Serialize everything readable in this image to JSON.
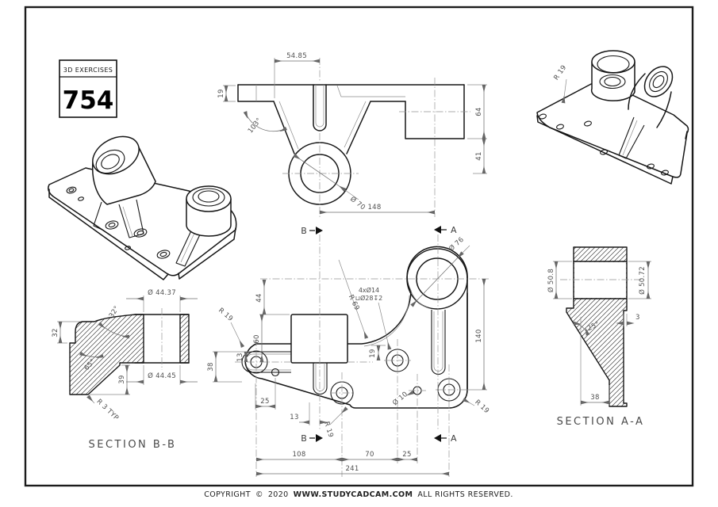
{
  "title_box": {
    "series": "3D EXERCISES",
    "number": "754"
  },
  "footer": {
    "prefix": "COPYRIGHT",
    "symbol": "©",
    "year": "2020",
    "site": "WWW.STUDYCADCAM.COM",
    "rights": "ALL RIGHTS RESERVED."
  },
  "front_view": {
    "dim_width_top": "54.85",
    "dim_plate_thk": "19",
    "angle_flange": "103°",
    "dia_hub": "Ø 70",
    "dim_center_dist": "148",
    "dim_block_h": "64",
    "dim_block_gap": "41"
  },
  "iso_right": {
    "fillet": "R 19"
  },
  "plan_view": {
    "section_b": "B",
    "section_a": "A",
    "dim_44": "44",
    "dim_60": "60",
    "dim_38": "38",
    "dim_13_left": "13",
    "fillet_lobe": "R 19",
    "dim_25_left": "25",
    "dim_13_slot": "13",
    "fillet_bottom": "R 19",
    "holes_note_1": "4xØ14",
    "holes_note_2": "⊔Ø28↧2",
    "fillet_r69": "R 69",
    "dim_19": "19",
    "dia_small": "Ø 10",
    "fillet_corner": "R 19",
    "dia_boss": "Ø 76",
    "dim_140": "140",
    "dim_108": "108",
    "dim_70": "70",
    "dim_25_bottom": "25",
    "dim_241": "241"
  },
  "section_bb": {
    "label": "SECTION B-B",
    "dia_top": "Ø 44.37",
    "dia_bottom": "Ø 44.45",
    "dim_32": "32",
    "angle_32": "32°",
    "angle_65": "65°",
    "dim_39": "39",
    "fillet_note": "R 3 TYP"
  },
  "section_aa": {
    "label": "SECTION A-A",
    "dia_left": "Ø 50.8",
    "dia_right": "Ø 50.72",
    "dim_3": "3",
    "angle_25": "25°",
    "dim_38": "38"
  }
}
